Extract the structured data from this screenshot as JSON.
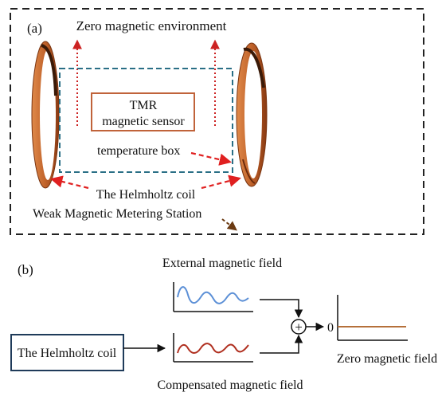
{
  "panel_a": {
    "label": "(a)",
    "zero_env_label": "Zero magnetic environment",
    "sensor_line1": "TMR",
    "sensor_line2": "magnetic sensor",
    "temp_box_label": "temperature box",
    "coil_label": "The Helmholtz coil",
    "station_label": "Weak Magnetic Metering Station"
  },
  "panel_b": {
    "label": "(b)",
    "external_label": "External magnetic field",
    "coil_box_label": "The Helmholtz coil",
    "sum_symbol": "+",
    "output_value": "0",
    "zero_field_label": "Zero magnetic field",
    "compensated_label": "Compensated magnetic field"
  },
  "colors": {
    "dashed_red": "#e02020",
    "dotted_red": "#cc2222",
    "temp_box": "#2a6f86",
    "sensor_box": "#c0633a",
    "external_wave": "#5b8fd6",
    "compensated_wave": "#b03020",
    "output_line": "#b5703a",
    "coil": "#c0622a",
    "coil_dark": "#5a2810",
    "coil_box": "#1f3b5a"
  }
}
